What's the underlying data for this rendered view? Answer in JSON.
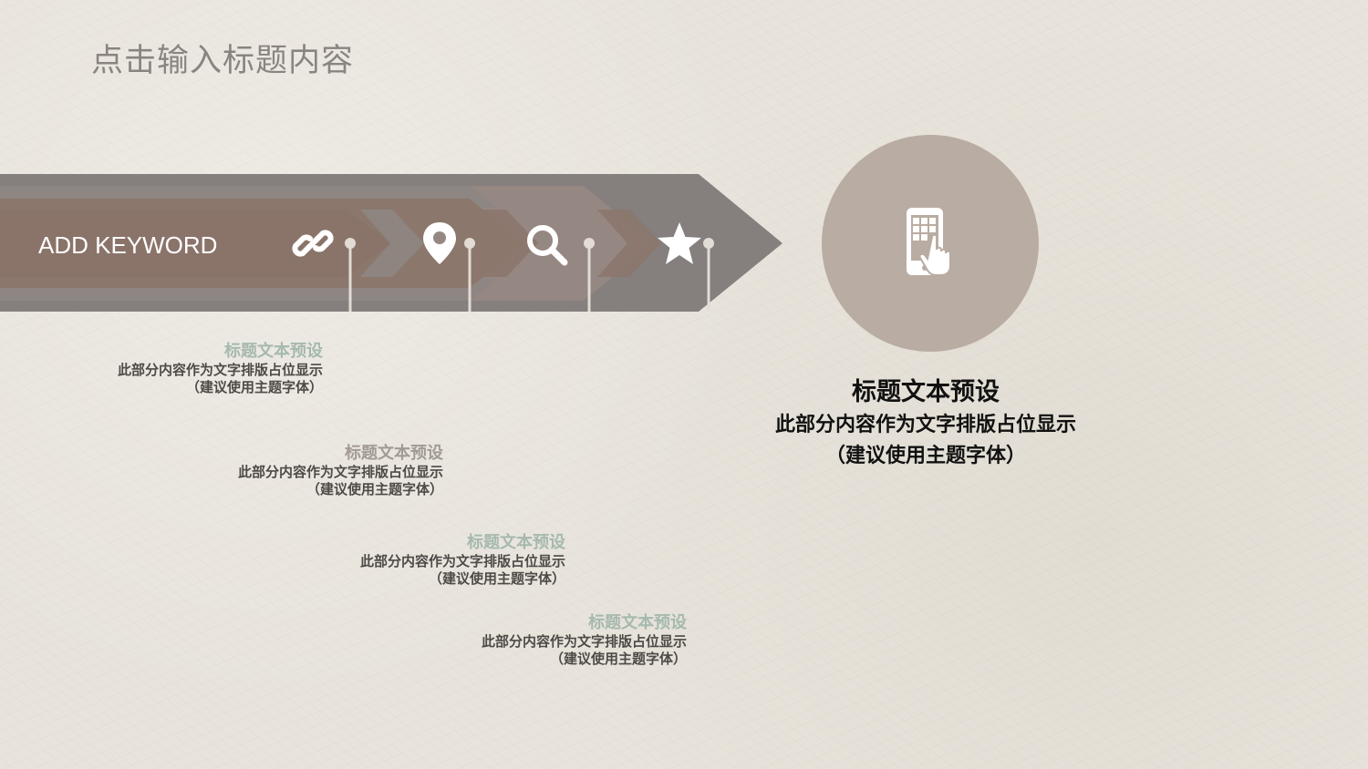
{
  "page_title": "点击输入标题内容",
  "banner": {
    "keyword": "ADD KEYWORD",
    "colors": {
      "outer": "#857f7e",
      "middle": "#958781",
      "inner": "#8b776c",
      "line": "#e2dcd4"
    },
    "icons": [
      "link-icon",
      "location-pin-icon",
      "search-icon",
      "star-icon"
    ]
  },
  "feature": {
    "icon": "touch-phone-icon",
    "circle_color": "#b9aca2",
    "heading": "标题文本预设",
    "line1": "此部分内容作为文字排版占位显示",
    "line2": "（建议使用主题字体）"
  },
  "items": [
    {
      "heading": "标题文本预设",
      "line1": "此部分内容作为文字排版占位显示",
      "line2": "（建议使用主题字体）",
      "heading_color": "#a6b9ad"
    },
    {
      "heading": "标题文本预设",
      "line1": "此部分内容作为文字排版占位显示",
      "line2": "（建议使用主题字体）",
      "heading_color": "#a29a94"
    },
    {
      "heading": "标题文本预设",
      "line1": "此部分内容作为文字排版占位显示",
      "line2": "（建议使用主题字体）",
      "heading_color": "#a6b9ad"
    },
    {
      "heading": "标题文本预设",
      "line1": "此部分内容作为文字排版占位显示",
      "line2": "（建议使用主题字体）",
      "heading_color": "#a6b9ad"
    }
  ]
}
